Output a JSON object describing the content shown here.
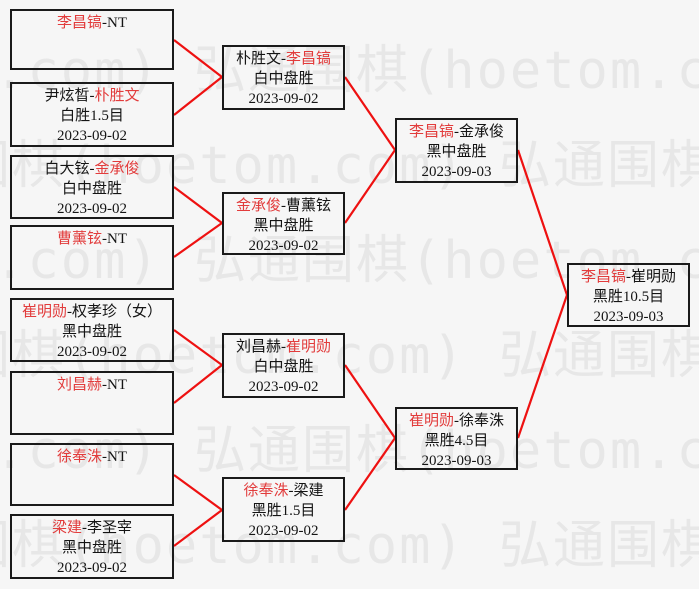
{
  "watermark": {
    "text": "弘通围棋(hoetom.com)"
  },
  "sep": "-",
  "colors": {
    "background": "#f6f6f6",
    "watermark": "#e7e7e7",
    "box_border": "#1a1a1a",
    "text": "#141414",
    "winner_name": "#e23c3c",
    "connector_line": "#ee1111"
  },
  "matches": [
    {
      "id": "r1m1",
      "p1": "李昌镐",
      "p2": "NT",
      "winner": "p1",
      "result": "",
      "date": ""
    },
    {
      "id": "r1m2",
      "p1": "尹炫晳",
      "p2": "朴胜文",
      "winner": "p2",
      "result": "白胜1.5目",
      "date": "2023-09-02"
    },
    {
      "id": "r1m3",
      "p1": "白大铉",
      "p2": "金承俊",
      "winner": "p2",
      "result": "白中盘胜",
      "date": "2023-09-02"
    },
    {
      "id": "r1m4",
      "p1": "曹薰铉",
      "p2": "NT",
      "winner": "p1",
      "result": "",
      "date": ""
    },
    {
      "id": "r1m5",
      "p1": "崔明勋",
      "p2": "权孝珍（女）",
      "winner": "p1",
      "result": "黑中盘胜",
      "date": "2023-09-02"
    },
    {
      "id": "r1m6",
      "p1": "刘昌赫",
      "p2": "NT",
      "winner": "p1",
      "result": "",
      "date": ""
    },
    {
      "id": "r1m7",
      "p1": "徐奉洙",
      "p2": "NT",
      "winner": "p1",
      "result": "",
      "date": ""
    },
    {
      "id": "r1m8",
      "p1": "梁建",
      "p2": "李圣宰",
      "winner": "p1",
      "result": "黑中盘胜",
      "date": "2023-09-02"
    },
    {
      "id": "r2m1",
      "p1": "朴胜文",
      "p2": "李昌镐",
      "winner": "p2",
      "result": "白中盘胜",
      "date": "2023-09-02"
    },
    {
      "id": "r2m2",
      "p1": "金承俊",
      "p2": "曹薰铉",
      "winner": "p1",
      "result": "黑中盘胜",
      "date": "2023-09-02"
    },
    {
      "id": "r2m3",
      "p1": "刘昌赫",
      "p2": "崔明勋",
      "winner": "p2",
      "result": "白中盘胜",
      "date": "2023-09-02"
    },
    {
      "id": "r2m4",
      "p1": "徐奉洙",
      "p2": "梁建",
      "winner": "p1",
      "result": "黑胜1.5目",
      "date": "2023-09-02"
    },
    {
      "id": "sf1",
      "p1": "李昌镐",
      "p2": "金承俊",
      "winner": "p1",
      "result": "黑中盘胜",
      "date": "2023-09-03"
    },
    {
      "id": "sf2",
      "p1": "崔明勋",
      "p2": "徐奉洙",
      "winner": "p1",
      "result": "黑胜4.5目",
      "date": "2023-09-03"
    },
    {
      "id": "final",
      "p1": "李昌镐",
      "p2": "崔明勋",
      "winner": "p1",
      "result": "黑胜10.5目",
      "date": "2023-09-03"
    }
  ]
}
